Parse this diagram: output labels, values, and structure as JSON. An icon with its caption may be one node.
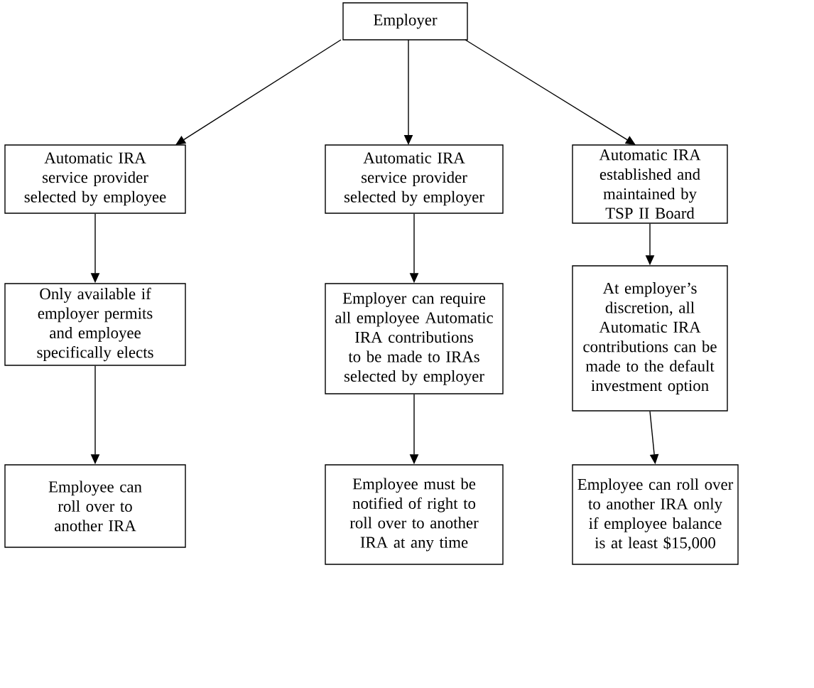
{
  "diagram": {
    "nodes": [
      {
        "text": [
          "Employer"
        ]
      },
      {
        "text": [
          "Automatic IRA service provider selected by employee"
        ]
      },
      {
        "text": [
          "Automatic IRA service provider selected by employer"
        ]
      },
      {
        "text": [
          "Automatic IRA established and maintained by TSP II Board"
        ]
      },
      {
        "text": [
          "Only available if employer permits and employee specifically elects"
        ]
      },
      {
        "text": [
          "Employer can require all employee Automatic IRA contributions to be made to IRAs selected by employer"
        ]
      },
      {
        "text": [
          "At employer’s discretion, all Automatic IRA contributions can be made to the default investment option"
        ]
      },
      {
        "text": [
          "Employee can roll over to another IRA"
        ]
      },
      {
        "text": [
          "Employee must be notified of right to roll over to another IRA at any time"
        ]
      },
      {
        "text": [
          "Employee can roll over to another IRA only if employee balance is at least $15,000"
        ]
      }
    ],
    "edges": [
      {
        "from": 0,
        "to": 1,
        "arrow": "to"
      },
      {
        "from": 0,
        "to": 2,
        "arrow": "to"
      },
      {
        "from": 0,
        "to": 3,
        "arrow": "to"
      },
      {
        "from": 1,
        "to": 4,
        "arrow": "to"
      },
      {
        "from": 2,
        "to": 5,
        "arrow": "to"
      },
      {
        "from": 3,
        "to": 6,
        "arrow": "to"
      },
      {
        "from": 4,
        "to": 7,
        "arrow": "to"
      },
      {
        "from": 5,
        "to": 8,
        "arrow": "to"
      },
      {
        "from": 6,
        "to": 9,
        "arrow": "to"
      }
    ]
  }
}
